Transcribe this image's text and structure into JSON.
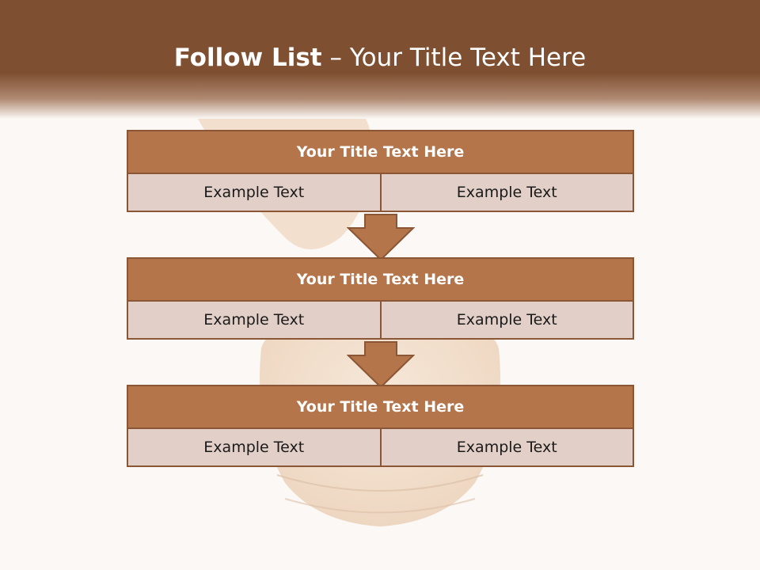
{
  "slide": {
    "title_bold": "Follow List",
    "title_rest": " – Your Title Text Here"
  },
  "blocks": [
    {
      "title": "Your Title Text Here",
      "left": "Example Text",
      "right": "Example Text"
    },
    {
      "title": "Your Title Text Here",
      "left": "Example Text",
      "right": "Example Text"
    },
    {
      "title": "Your Title Text Here",
      "left": "Example Text",
      "right": "Example Text"
    }
  ],
  "colors": {
    "header": "#7e4f30",
    "block_title": "#b4754a",
    "block_cell": "#e2d0c8",
    "border": "#8a5636"
  }
}
